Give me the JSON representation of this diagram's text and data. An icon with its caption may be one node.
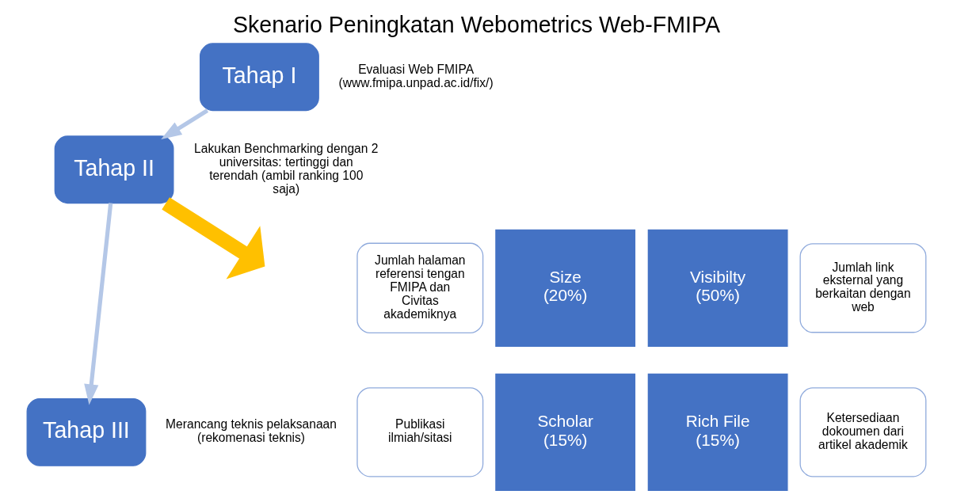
{
  "diagram": {
    "title": "Skenario Peningkatan Webometrics Web-FMIPA",
    "nodes": [
      {
        "text": [
          "Tahap I"
        ],
        "beside": [
          "Evaluasi Web FMIPA (www.fmipa.unpad.ac.id/fix/)"
        ]
      },
      {
        "text": [
          "Tahap II"
        ],
        "beside": [
          "Lakukan Benchmarking dengan 2 universitas: tertinggi dan terendah (ambil ranking 100 saja)"
        ]
      },
      {
        "text": [
          "Tahap III"
        ],
        "beside": [
          "Merancang teknis pelaksanaan (rekomenasi teknis)"
        ]
      },
      {
        "text": [
          "Jumlah halaman referensi tengan FMIPA dan Civitas akademiknya"
        ]
      },
      {
        "text": [
          "Jumlah link eksternal yang berkaitan dengan web"
        ]
      },
      {
        "text": [
          "Size (20%)"
        ]
      },
      {
        "text": [
          "Visibilty (50%)"
        ]
      },
      {
        "text": [
          "Scholar (15%)"
        ]
      },
      {
        "text": [
          "Rich File (15%)"
        ]
      },
      {
        "text": [
          "Publikasi ilmiah/sitasi"
        ]
      },
      {
        "text": [
          "Ketersediaan dokoumen dari artikel akademik"
        ]
      }
    ],
    "edges": [
      {
        "from": 0,
        "to": 1,
        "arrow": "to"
      },
      {
        "from": 1,
        "to": 2,
        "arrow": "to"
      },
      {
        "from": 1,
        "to": null,
        "arrow": "to",
        "style": "thick",
        "color": "#ffc000"
      }
    ]
  }
}
